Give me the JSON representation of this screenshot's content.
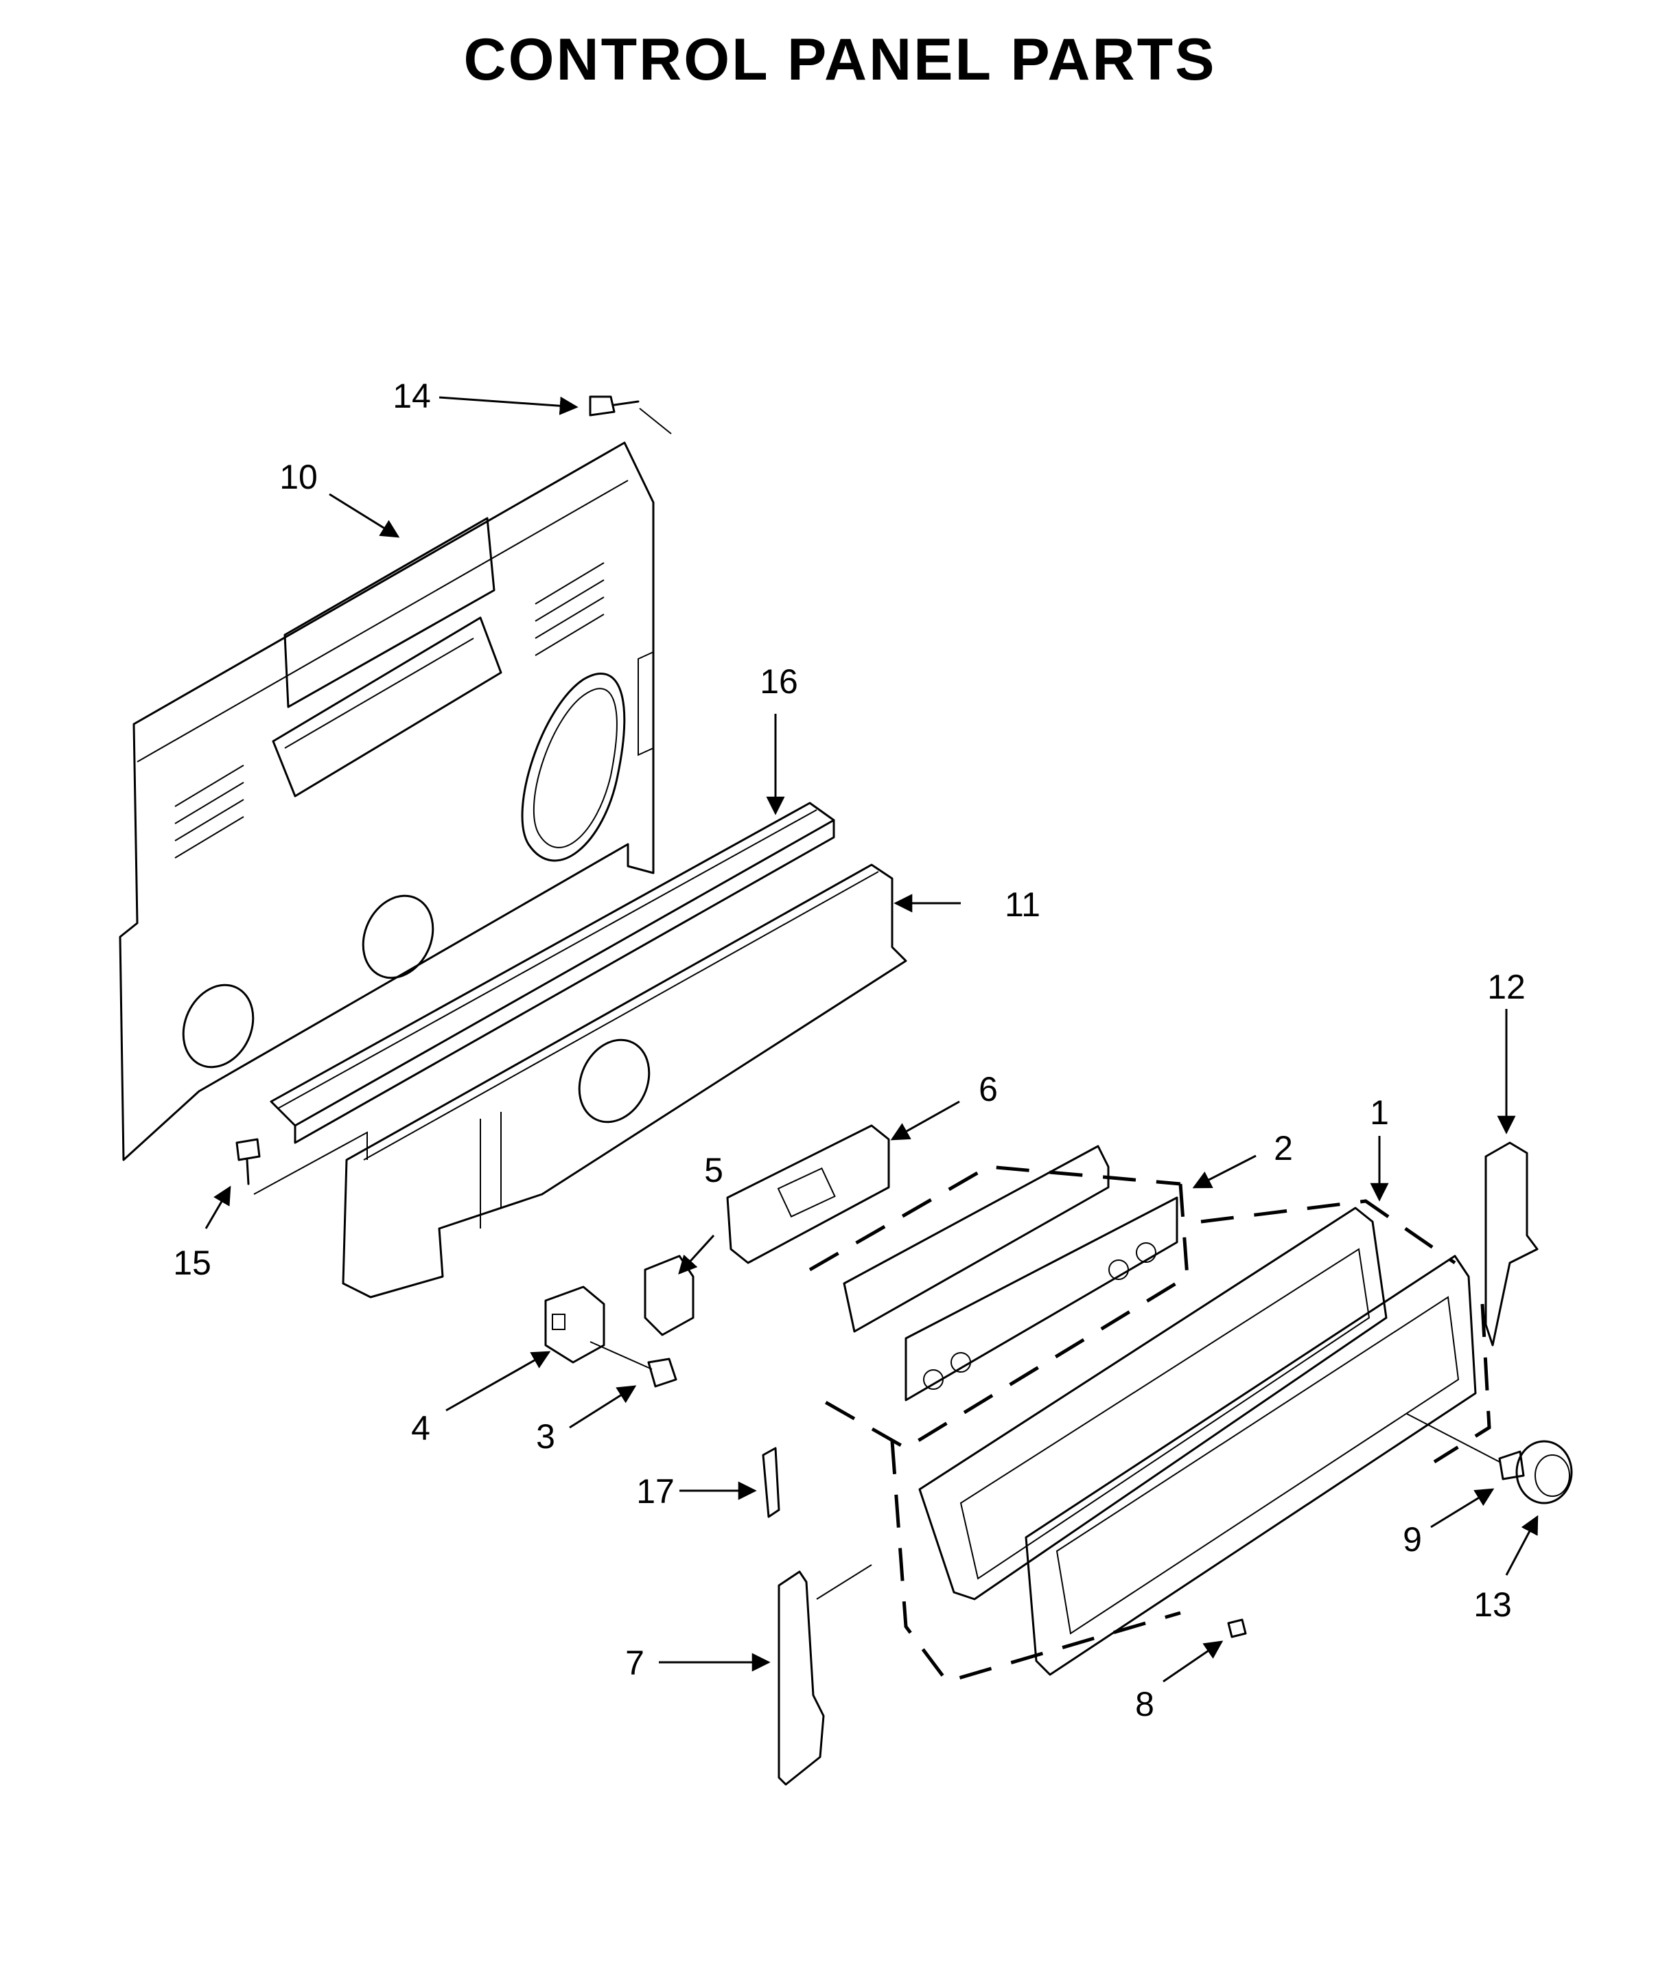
{
  "title": "CONTROL PANEL PARTS",
  "callouts": [
    {
      "id": "1",
      "label": "1"
    },
    {
      "id": "2",
      "label": "2"
    },
    {
      "id": "3",
      "label": "3"
    },
    {
      "id": "4",
      "label": "4"
    },
    {
      "id": "5",
      "label": "5"
    },
    {
      "id": "6",
      "label": "6"
    },
    {
      "id": "7",
      "label": "7"
    },
    {
      "id": "8",
      "label": "8"
    },
    {
      "id": "9",
      "label": "9"
    },
    {
      "id": "10",
      "label": "10"
    },
    {
      "id": "11",
      "label": "11"
    },
    {
      "id": "12",
      "label": "12"
    },
    {
      "id": "13",
      "label": "13"
    },
    {
      "id": "14",
      "label": "14"
    },
    {
      "id": "15",
      "label": "15"
    },
    {
      "id": "16",
      "label": "16"
    },
    {
      "id": "17",
      "label": "17"
    }
  ]
}
